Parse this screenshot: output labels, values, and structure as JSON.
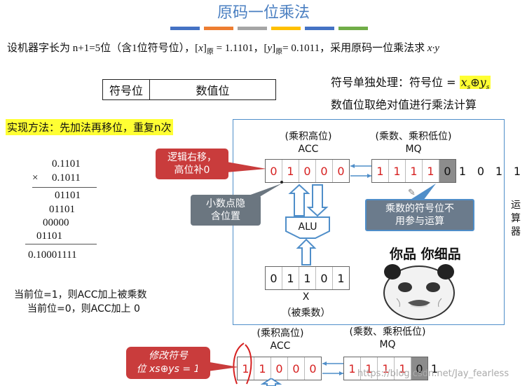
{
  "title": "原码一位乘法",
  "title_bar_colors": [
    "#4472c4",
    "#ed7d31",
    "#a5a5a5",
    "#ffc000",
    "#4472c4",
    "#70ad47"
  ],
  "intro": {
    "text_a": "设机器字长为 n+1=5位（含1位符号位），[",
    "x": "x",
    "text_b": "]",
    "sub1": "原",
    "text_c": " = 1.1101，[",
    "y": "y",
    "text_d": "]",
    "sub2": "原",
    "text_e": "= 0.1011，采用原码一位乘法求 ",
    "expr": "x·y"
  },
  "format_table": {
    "sign": "符号位",
    "value": "数值位"
  },
  "sign_rule": {
    "prefix": "符号单独处理：符号位 = ",
    "formula": "xs⊕ys"
  },
  "abs_rule": "数值位取绝对值进行乘法计算",
  "method": "实现方法：先加法再移位，重复n次",
  "hand_calc": {
    "multiplicand": "0.1101",
    "times": "×",
    "multiplier": "0.1011",
    "partials": [
      "01101",
      "01101",
      "00000",
      "01101"
    ],
    "result": "0.10001111"
  },
  "rules": [
    "当前位=1，则ACC加上被乘数",
    "当前位=0，则ACC加上 0"
  ],
  "acc_label": "(乘积高位)",
  "acc_name": "ACC",
  "mq_label": "(乘数、乘积低位)",
  "mq_name": "MQ",
  "acc_bits": [
    "0",
    "1",
    "0",
    "0",
    "0"
  ],
  "mq_bits": [
    "1",
    "1",
    "1",
    "1",
    "0"
  ],
  "mq_tail": [
    "1",
    "0",
    "1",
    "1"
  ],
  "x_bits": [
    "0",
    "1",
    "1",
    "0",
    "1"
  ],
  "x_name": "X",
  "x_label": "（被乘数）",
  "alu": "ALU",
  "callout_shift": "逻辑右移，\n高位补0",
  "callout_point": "小数点隐\n含位置",
  "callout_sign": "乘数的符号位不\n用参与运算",
  "panda_text": "你品 你细品",
  "alu_side": [
    "运",
    "算",
    "器"
  ],
  "bottom": {
    "acc_label": "(乘积高位)",
    "acc_name": "ACC",
    "mq_label": "(乘数、乘积低位)",
    "mq_name": "MQ",
    "acc_bits": [
      "1",
      "1",
      "0",
      "0",
      "0"
    ],
    "mq_bits": [
      "1",
      "1",
      "1",
      "1",
      "0"
    ],
    "mq_tail": [
      "1"
    ],
    "callout_line1": "修改符号",
    "callout_line2_prefix": "位 ",
    "callout_formula": "xs⊕ys = 1"
  },
  "watermark": "https://blog.csdn.net/Jay_fearless"
}
